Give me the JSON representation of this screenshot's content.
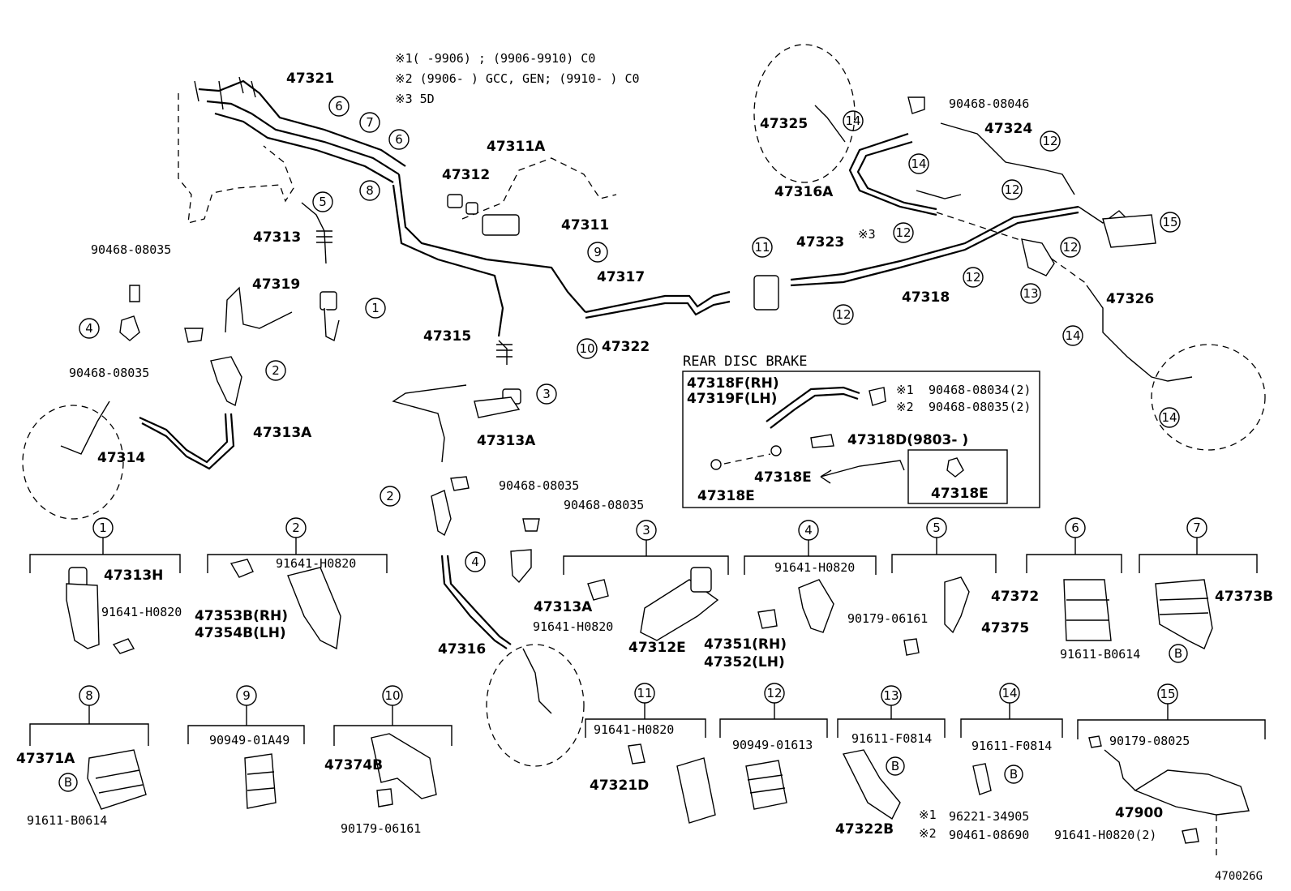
{
  "notes": [
    "※1(     -9906) ; (9906-9910) C0",
    "※2 (9906-      ) GCC, GEN; (9910-      ) C0",
    "※3  5D"
  ],
  "rear_disc_brake_title": "REAR DISC BRAKE",
  "footer_code": "470026G",
  "part_labels": {
    "p47321": "47321",
    "p47313": "47313",
    "p90468_a": "90468-08035",
    "p47319": "47319",
    "p90468_b": "90468-08035",
    "p47313A_a": "47313A",
    "p47314": "47314",
    "p47311A": "47311A",
    "p47312": "47312",
    "p47311": "47311",
    "p47317": "47317",
    "p47322": "47322",
    "p47315": "47315",
    "p47313A_b": "47313A",
    "p90468_c": "90468-08035",
    "p90468_d": "90468-08035",
    "p47313A_c": "47313A",
    "p47316": "47316",
    "p90468_08046": "90468-08046",
    "p47325": "47325",
    "p47324": "47324",
    "p47316A": "47316A",
    "p47323": "47323",
    "p47318": "47318",
    "p47326": "47326",
    "note3": "※3"
  },
  "rear_disc": {
    "f_rh": "47318F(RH)",
    "f_lh": "47319F(LH)",
    "n1": "※1",
    "n1_part": "90468-08034(2)",
    "n2": "※2",
    "n2_part": "90468-08035(2)",
    "d": "47318D(9803-      )",
    "e1": "47318E",
    "e2": "47318E",
    "e3": "47318E"
  },
  "callouts": [
    {
      "num": "1",
      "parts": [
        "47313H",
        "91641-H0820"
      ]
    },
    {
      "num": "2",
      "parts": [
        "91641-H0820",
        "47353B(RH)",
        "47354B(LH)"
      ]
    },
    {
      "num": "3",
      "parts": [
        "91641-H0820",
        "47312E"
      ]
    },
    {
      "num": "4",
      "parts": [
        "91641-H0820",
        "47351(RH)",
        "47352(LH)"
      ]
    },
    {
      "num": "5",
      "parts": [
        "90179-06161",
        "47375"
      ]
    },
    {
      "num": "6",
      "parts": [
        "47372"
      ]
    },
    {
      "num": "7",
      "parts": [
        "47373B",
        "91611-B0614"
      ]
    },
    {
      "num": "8",
      "parts": [
        "47371A",
        "91611-B0614"
      ]
    },
    {
      "num": "9",
      "parts": [
        "90949-01A49"
      ]
    },
    {
      "num": "10",
      "parts": [
        "47374B",
        "90179-06161"
      ]
    },
    {
      "num": "11",
      "parts": [
        "91641-H0820",
        "47321D"
      ]
    },
    {
      "num": "12",
      "parts": [
        "90949-01613"
      ]
    },
    {
      "num": "13",
      "parts": [
        "91611-F0814",
        "47322B"
      ]
    },
    {
      "num": "14",
      "parts": [
        "91611-F0814",
        "※1",
        "96221-34905",
        "※2",
        "90461-08690"
      ]
    },
    {
      "num": "15",
      "parts": [
        "90179-08025",
        "47900",
        "91641-H0820(2)"
      ]
    }
  ],
  "ref_b": "B",
  "circle_marks": [
    "1",
    "2",
    "3",
    "4",
    "5",
    "6",
    "7",
    "8",
    "9",
    "10",
    "11",
    "12",
    "13",
    "14",
    "15"
  ]
}
